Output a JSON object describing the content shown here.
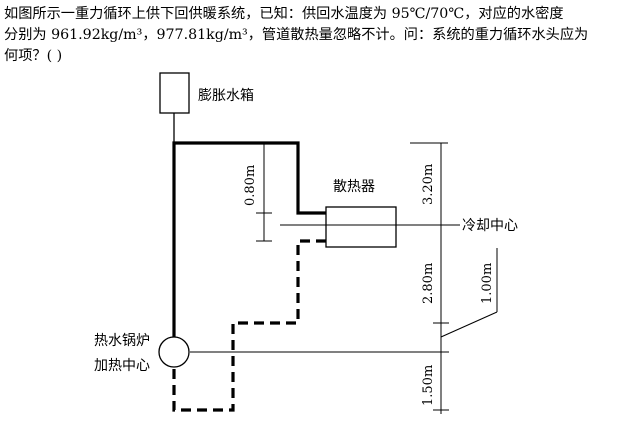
{
  "question": {
    "line1": "如图所示一重力循环上供下回供暖系统，已知：供回水温度为 95℃/70℃，对应的水密度",
    "line2": "分别为 961.92kg/m³，977.81kg/m³，管道散热量忽略不计。问：系统的重力循环水头应为",
    "line3": "何项？(   )"
  },
  "diagram": {
    "expansion_tank_label": "膨胀水箱",
    "radiator_label": "散热器",
    "cooling_center_label": "冷却中心",
    "boiler_label_1": "热水锅炉",
    "boiler_label_2": "加热中心",
    "dim_top_radiator": "0.80m",
    "dim_upper_right": "3.20m",
    "dim_middle_right": "2.80m",
    "dim_diagonal": "1.00m",
    "dim_lower_right": "1.50m"
  }
}
